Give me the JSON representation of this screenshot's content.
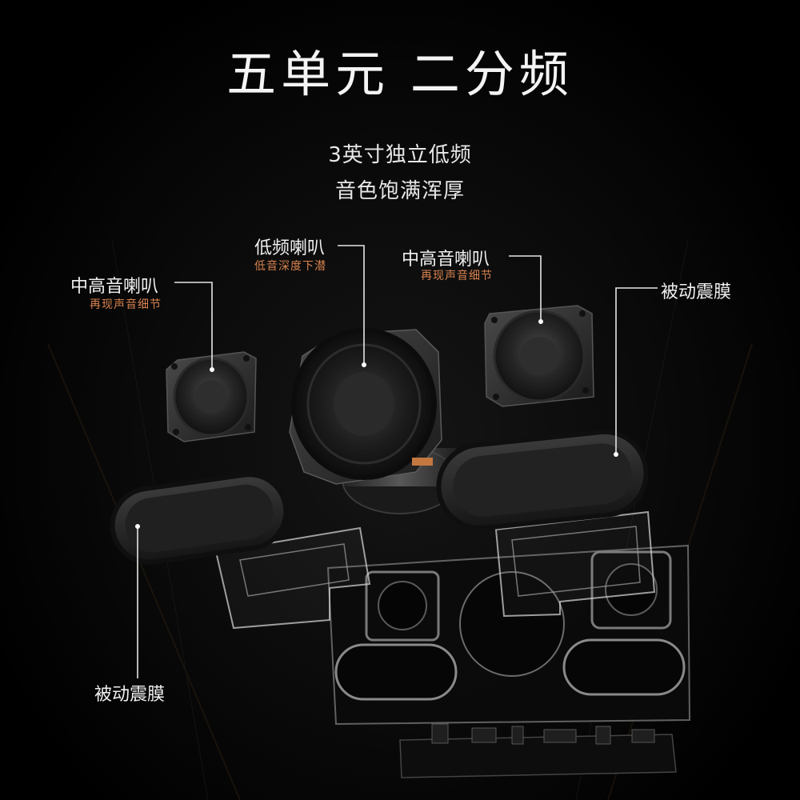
{
  "header": {
    "title": "五单元  二分频",
    "subtitle_line1": "3英寸独立低频",
    "subtitle_line2": "音色饱满浑厚"
  },
  "callouts": {
    "woofer": {
      "label": "低频喇叭",
      "note": "低音深度下潜"
    },
    "tweeter_left": {
      "label": "中高音喇叭",
      "note": "再现声音细节"
    },
    "tweeter_right": {
      "label": "中高音喇叭",
      "note": "再现声音细节"
    },
    "passive_right": {
      "label": "被动震膜"
    },
    "passive_left": {
      "label": "被动震膜"
    }
  },
  "colors": {
    "background": "#000000",
    "text": "#f0f0f0",
    "accent_note": "#d9834f",
    "leader_line": "#e6e6e6"
  }
}
